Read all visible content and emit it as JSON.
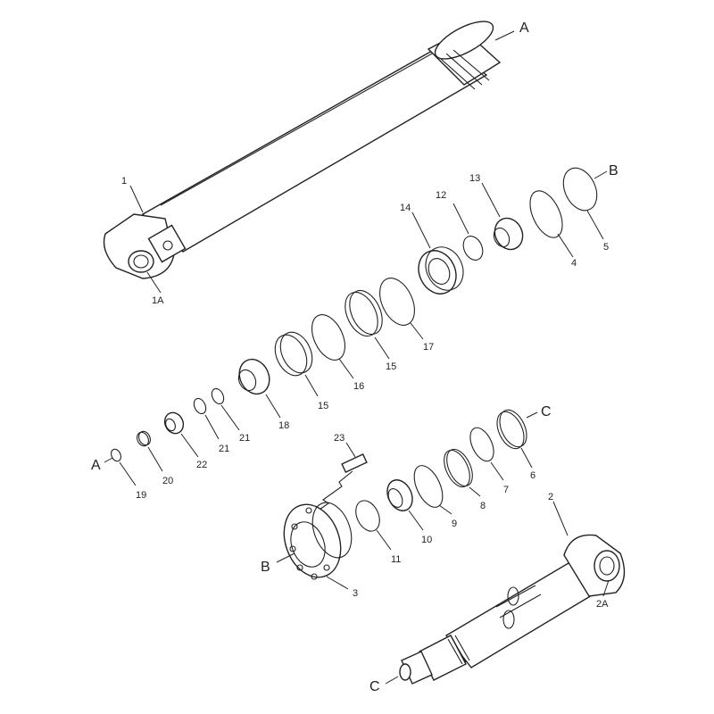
{
  "diagram": {
    "ref_A": "A",
    "ref_B": "B",
    "ref_C": "C",
    "callouts": {
      "p1": "1",
      "p1A": "1A",
      "p2": "2",
      "p2A": "2A",
      "p3": "3",
      "p4": "4",
      "p5": "5",
      "p6": "6",
      "p7": "7",
      "p8": "8",
      "p9": "9",
      "p10": "10",
      "p11": "11",
      "p12": "12",
      "p13": "13",
      "p14": "14",
      "p15a": "15",
      "p15b": "15",
      "p16": "16",
      "p17": "17",
      "p18": "18",
      "p19": "19",
      "p20": "20",
      "p21a": "21",
      "p21b": "21",
      "p22": "22",
      "p23": "23"
    }
  }
}
